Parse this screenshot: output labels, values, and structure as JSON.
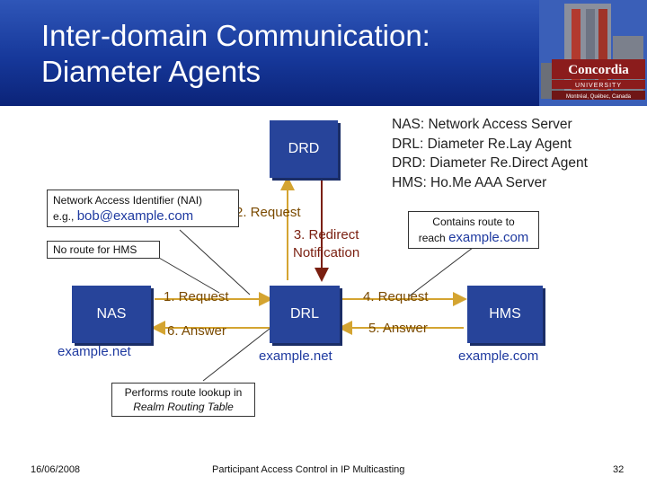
{
  "title": {
    "line1": "Inter-domain Communication:",
    "line2": "Diameter Agents"
  },
  "logo": {
    "name": "Concordia",
    "sub": "U N I V E R S I T Y",
    "tagline": "Montréal, Québec, Canada"
  },
  "glossary": [
    "NAS: Network Access Server",
    "DRL: Diameter Re.Lay Agent",
    "DRD: Diameter Re.Direct Agent",
    "HMS: Ho.Me AAA Server"
  ],
  "nodes": {
    "drd": "DRD",
    "nas": "NAS",
    "drl": "DRL",
    "hms": "HMS"
  },
  "domains": {
    "nas": "example.net",
    "drl": "example.net",
    "hms": "example.com"
  },
  "messages": {
    "m1": "1. Request",
    "m2": "2. Request",
    "m3_line1": "3. Redirect",
    "m3_line2": "Notification",
    "m4": "4. Request",
    "m5": "5. Answer",
    "m6": "6. Answer"
  },
  "callouts": {
    "nai_title": "Network Access Identifier (NAI)",
    "nai_eg": "e.g.,",
    "nai_value": "bob@example.com",
    "no_route": "No route for HMS",
    "contains_line1": "Contains route to",
    "contains_reach": "reach",
    "contains_value": "example.com",
    "lookup_line1": "Performs route lookup in",
    "lookup_line2": "Realm Routing Table"
  },
  "footer": {
    "date": "16/06/2008",
    "center": "Participant Access Control in IP Multicasting",
    "page": "32"
  },
  "colors": {
    "header": "#16389a",
    "node": "#27449a",
    "message": "#7a4a00",
    "domain": "#1f3aa0",
    "arrow": "#d4a431",
    "redirect": "#7a1f10"
  }
}
